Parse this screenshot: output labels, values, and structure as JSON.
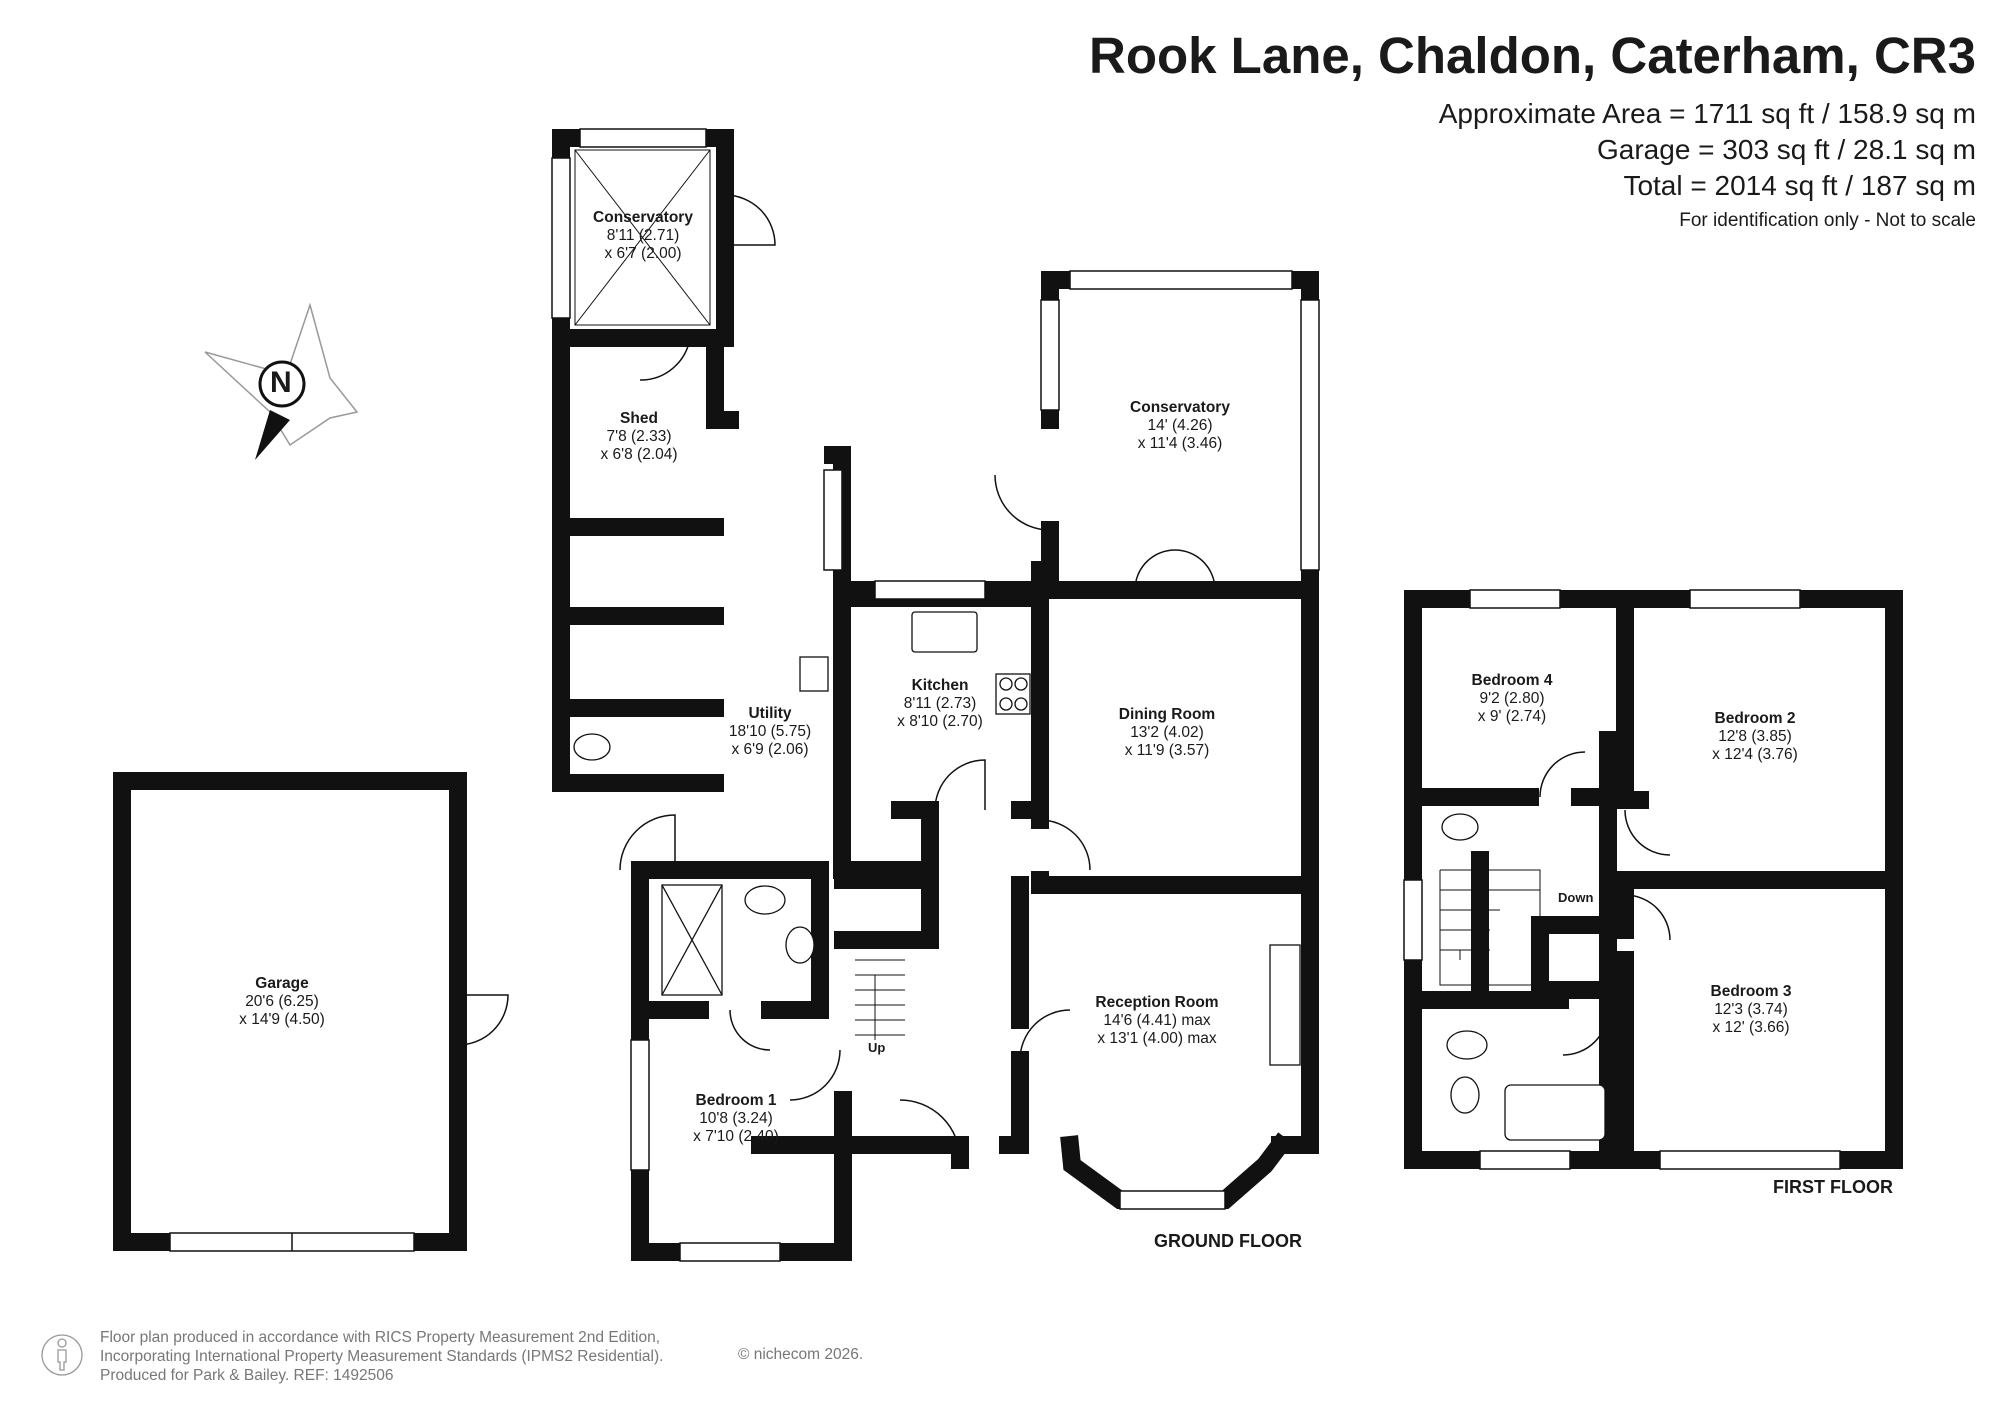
{
  "header": {
    "title": "Rook Lane, Chaldon, Caterham, CR3",
    "area_approx": "Approximate Area = 1711 sq ft / 158.9 sq m",
    "area_garage": "Garage = 303 sq ft / 28.1 sq m",
    "area_total": "Total = 2014 sq ft / 187 sq m",
    "note": "For identification only - Not to scale"
  },
  "compass": {
    "label": "N"
  },
  "rooms": {
    "conservatory_small": {
      "name": "Conservatory",
      "dim1": "8'11 (2.71)",
      "dim2": "x 6'7 (2.00)"
    },
    "shed": {
      "name": "Shed",
      "dim1": "7'8 (2.33)",
      "dim2": "x 6'8 (2.04)"
    },
    "utility": {
      "name": "Utility",
      "dim1": "18'10 (5.75)",
      "dim2": "x 6'9 (2.06)"
    },
    "kitchen": {
      "name": "Kitchen",
      "dim1": "8'11 (2.73)",
      "dim2": "x 8'10 (2.70)"
    },
    "conservatory_large": {
      "name": "Conservatory",
      "dim1": "14' (4.26)",
      "dim2": "x 11'4 (3.46)"
    },
    "dining": {
      "name": "Dining Room",
      "dim1": "13'2 (4.02)",
      "dim2": "x 11'9 (3.57)"
    },
    "reception": {
      "name": "Reception Room",
      "dim1": "14'6 (4.41) max",
      "dim2": "x 13'1 (4.00) max"
    },
    "bedroom1": {
      "name": "Bedroom 1",
      "dim1": "10'8 (3.24)",
      "dim2": "x 7'10 (2.40)"
    },
    "garage": {
      "name": "Garage",
      "dim1": "20'6 (6.25)",
      "dim2": "x 14'9 (4.50)"
    },
    "bedroom4": {
      "name": "Bedroom 4",
      "dim1": "9'2 (2.80)",
      "dim2": "x 9' (2.74)"
    },
    "bedroom2": {
      "name": "Bedroom 2",
      "dim1": "12'8 (3.85)",
      "dim2": "x 12'4 (3.76)"
    },
    "bedroom3": {
      "name": "Bedroom 3",
      "dim1": "12'3 (3.74)",
      "dim2": "x 12' (3.66)"
    }
  },
  "labels": {
    "up": "Up",
    "down": "Down"
  },
  "floors": {
    "ground": "GROUND FLOOR",
    "first": "FIRST FLOOR"
  },
  "footer": {
    "line1": "Floor plan produced in accordance with RICS Property Measurement 2nd Edition,",
    "line2": "Incorporating International Property Measurement Standards (IPMS2 Residential).",
    "line3": "Produced for Park & Bailey.  REF:  1492506",
    "copyright": "© nichecom 2026."
  },
  "colors": {
    "wall": "#111111",
    "text": "#1a1a1a",
    "footer": "#777777",
    "compass": "#999999"
  }
}
